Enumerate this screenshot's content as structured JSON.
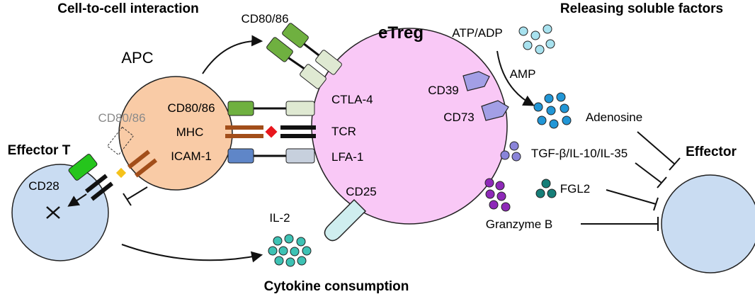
{
  "headings": {
    "cell_to_cell": "Cell-to-cell interaction",
    "releasing": "Releasing soluble factors",
    "cytokine": "Cytokine consumption"
  },
  "cells": {
    "apc": "APC",
    "etreg": "eTreg",
    "effector_t": "Effector T",
    "effector": "Effector"
  },
  "labels": {
    "cd80_86_top": "CD80/86",
    "cd80_86_apc": "CD80/86",
    "cd80_86_ghost": "CD80/86",
    "mhc": "MHC",
    "icam1": "ICAM-1",
    "cd28": "CD28",
    "ctla4": "CTLA-4",
    "tcr": "TCR",
    "lfa1": "LFA-1",
    "cd25": "CD25",
    "il2": "IL-2",
    "cd39": "CD39",
    "cd73": "CD73",
    "atp_adp": "ATP/ADP",
    "amp": "AMP",
    "adenosine": "Adenosine",
    "tgf": "TGF-β/IL-10/IL-35",
    "fgl2": "FGL2",
    "granzyme": "Granzyme B"
  },
  "colors": {
    "apc_fill": "#f9cba6",
    "etreg_fill": "#f9c8f6",
    "effector_fill": "#c9dcf2",
    "cd80_green": "#6fb040",
    "ctla4_light": "#dfe9d2",
    "icam_blue": "#5f86c8",
    "mhc_brown": "#a24e1a",
    "tcr_black": "#111111",
    "red_diamond": "#e8161d",
    "cd28_green": "#25c51c",
    "yellow_diamond": "#f5c21b",
    "cd39_purple": "#a39fe6",
    "cd25_teal": "#cfeeef",
    "il2_teal": "#3dc2b4",
    "atp_light": "#a8e2ef",
    "adenosine_blue": "#2196d6",
    "tgf_purple": "#8a84d9",
    "granzyme_purple": "#8e29b8",
    "fgl2_teal": "#167e78"
  }
}
